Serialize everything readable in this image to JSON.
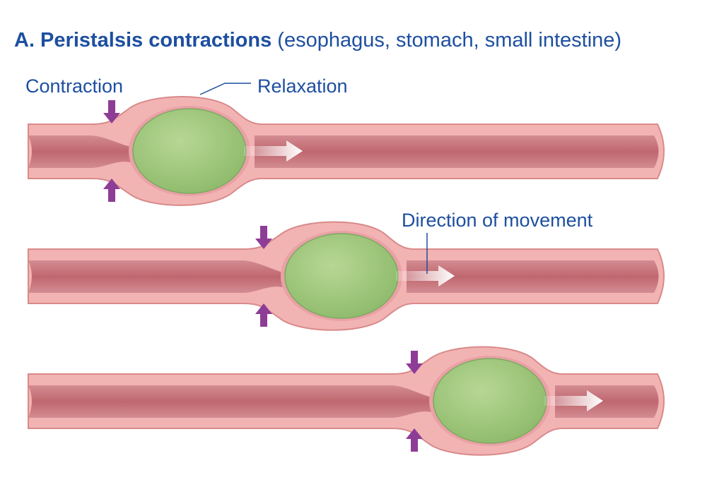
{
  "title": {
    "bold": "A. Peristalsis contractions",
    "rest": " (esophagus, stomach, small intestine)"
  },
  "labels": {
    "contraction": "Contraction",
    "relaxation": "Relaxation",
    "direction": "Direction of movement"
  },
  "colors": {
    "title": "#1d4fa0",
    "label": "#1d4fa0",
    "wall": "#f2b3b3",
    "wall_edge": "#d98a8a",
    "lumen": "#c9757c",
    "lumen_light": "#e3a0a5",
    "bolus": "#9cc47a",
    "bolus_edge": "#7ea860",
    "arrow_contraction": "#8e3d96",
    "arrow_direction": "#ffffff"
  },
  "panels": [
    {
      "name": "panel-1"
    },
    {
      "name": "panel-2"
    },
    {
      "name": "panel-3"
    }
  ]
}
